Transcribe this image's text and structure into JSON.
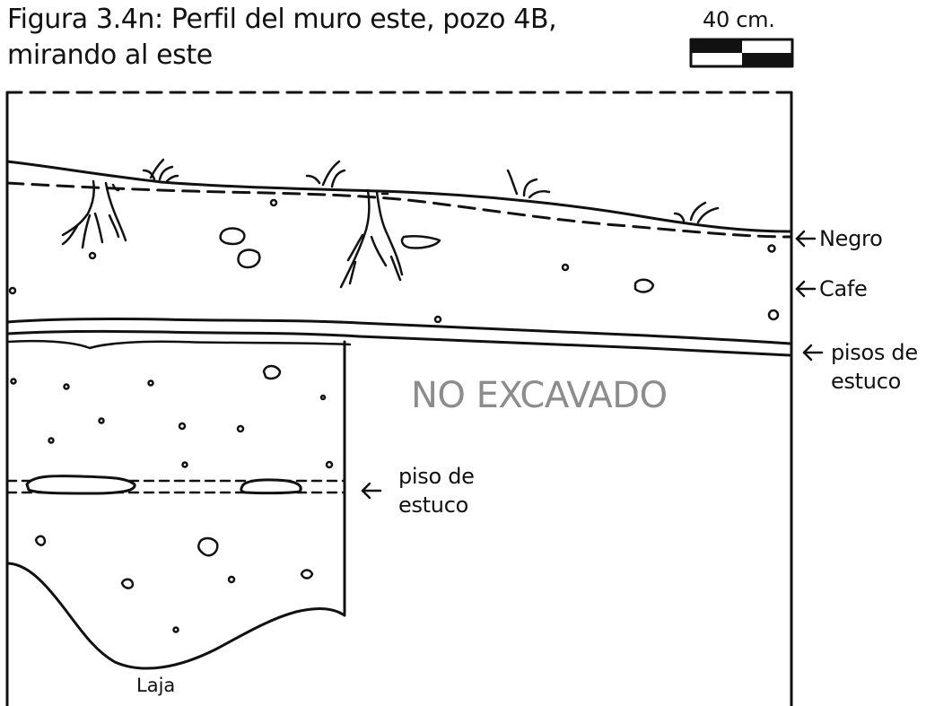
{
  "figure": {
    "title_line1": "Figura 3.4n: Perfil del muro este, pozo 4B,",
    "title_line2": "mirando al este"
  },
  "scale": {
    "label": "40 cm."
  },
  "layers": {
    "negro": "Negro",
    "cafe": "Cafe",
    "pisos_line1": "pisos de",
    "pisos_line2": "estuco",
    "piso_line1": "piso de",
    "piso_line2": "estuco"
  },
  "areas": {
    "unexcavated": "NO EXCAVADO",
    "bedrock": "Laja"
  },
  "colors": {
    "ink": "#111111",
    "unexcavated_text": "#8c8c8c"
  }
}
